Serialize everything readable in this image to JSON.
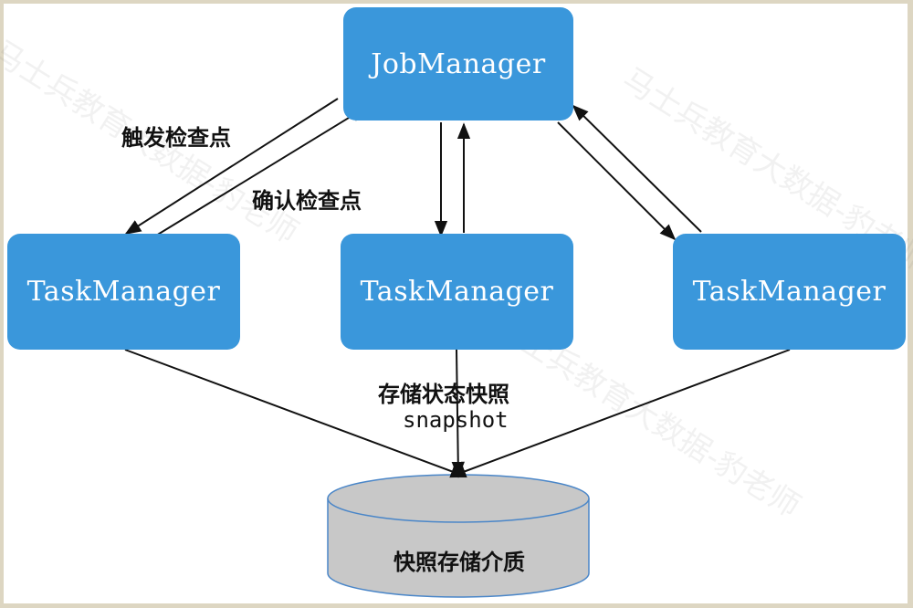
{
  "nodes": {
    "job_manager": "JobManager",
    "task_manager_1": "TaskManager",
    "task_manager_2": "TaskManager",
    "task_manager_3": "TaskManager",
    "storage": "快照存储介质"
  },
  "edge_labels": {
    "trigger_checkpoint": "触发检查点",
    "confirm_checkpoint": "确认检查点",
    "store_state_snapshot": "存储状态快照",
    "snapshot": "snapshot"
  },
  "watermark": "马士兵教育大数据-豹老师",
  "colors": {
    "node_fill": "#3a97db",
    "node_text": "#ffffff",
    "storage_fill": "#c8c8c8",
    "storage_stroke": "#4a86c8",
    "arrow": "#111111",
    "frame": "#ddd6c2"
  }
}
